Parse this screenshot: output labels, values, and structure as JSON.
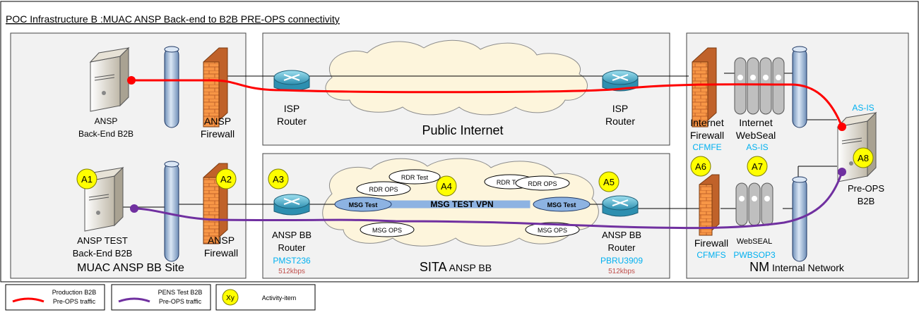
{
  "title": "POC Infrastructure B :MUAC ANSP Back-end to B2B PRE-OPS connectivity",
  "zones": {
    "muac": "MUAC ANSP BB Site",
    "internet": "Public Internet",
    "sita_main": "SITA",
    "sita_sub": " ANSP BB",
    "nm_main": "NM",
    "nm_sub": " Internal Network"
  },
  "nodes": {
    "backend_b2b": [
      "ANSP",
      "Back-End B2B"
    ],
    "ansp_firewall_top": [
      "ANSP",
      "Firewall"
    ],
    "isp_router_left": [
      "ISP",
      "Router"
    ],
    "isp_router_right": [
      "ISP",
      "Router"
    ],
    "internet_firewall": [
      "Internet",
      "Firewall"
    ],
    "internet_firewall_code": "CFMFE",
    "internet_webseal": [
      "Internet",
      "WebSeal"
    ],
    "internet_webseal_code": "AS-IS",
    "preops_asis": "AS-IS",
    "preops_b2b": [
      "Pre-OPS",
      "B2B"
    ],
    "test_backend": [
      "ANSP TEST",
      "Back-End B2B"
    ],
    "ansp_firewall_bottom": [
      "ANSP",
      "Firewall"
    ],
    "bb_router_left": [
      "ANSP BB",
      "Router"
    ],
    "bb_router_left_code": "PMST236",
    "bb_router_left_speed": "512kbps",
    "bb_router_right": [
      "ANSP BB",
      "Router"
    ],
    "bb_router_right_code": "PBRU3909",
    "bb_router_right_speed": "512kbps",
    "firewall_nm": "Firewall",
    "firewall_nm_code": "CFMFS",
    "webseal_nm": "WebSEAL",
    "webseal_nm_code": "PWBSOP3"
  },
  "cloud_items": {
    "rdr_test_1": "RDR Test",
    "rdr_test_2": "RDR Test",
    "rdr_ops_1": "RDR OPS",
    "rdr_ops_2": "RDR OPS",
    "msg_test_1": "MSG Test",
    "msg_test_2": "MSG Test",
    "msg_ops_1": "MSG OPS",
    "msg_ops_2": "MSG OPS",
    "vpn": "MSG TEST VPN"
  },
  "activity_items": [
    "A1",
    "A2",
    "A3",
    "A4",
    "A5",
    "A6",
    "A7",
    "A8"
  ],
  "legend": {
    "production": [
      "Production B2B",
      "Pre-OPS traffic"
    ],
    "pens": [
      "PENS Test B2B",
      "Pre-OPS traffic"
    ],
    "activity_symbol": "Xy",
    "activity_label": "Activity-item"
  },
  "colors": {
    "production_line": "#ff0000",
    "pens_line": "#7030a0",
    "activity_fill": "#ffff00",
    "code_text": "#00b0f0",
    "speed_text": "#c0504d",
    "zone_fill": "#f2f2f2",
    "firewall": "#f79646",
    "router": "#4bacc6",
    "cloud": "#fdf5dc",
    "msg_test": "#8db3e2"
  }
}
